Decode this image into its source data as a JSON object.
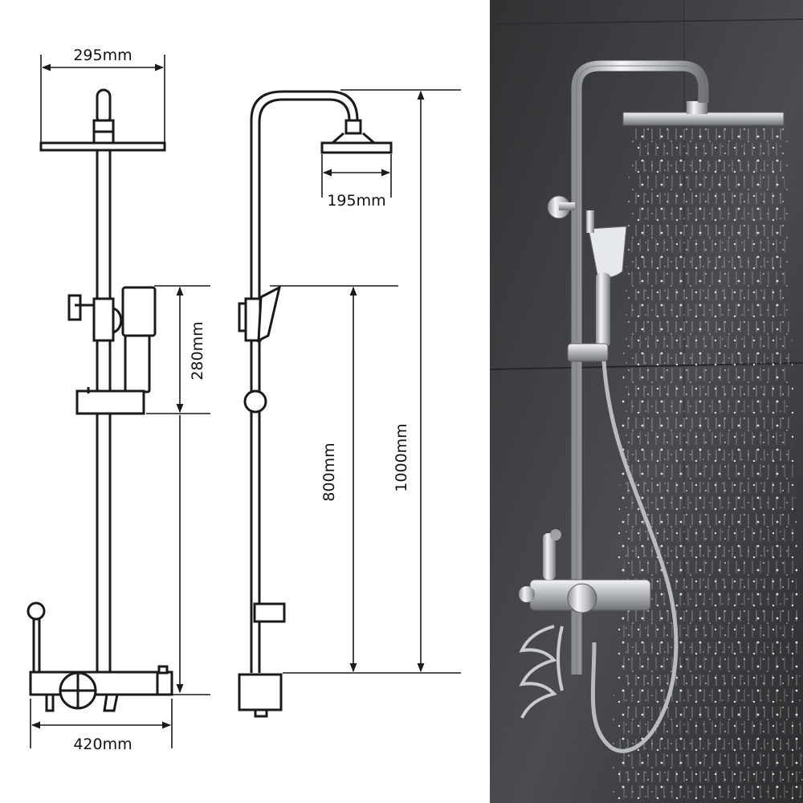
{
  "dimensions": {
    "head_width_front": "295mm",
    "head_width_side": "195mm",
    "slider_height": "280mm",
    "hand_shower_height": "800mm",
    "total_height": "1000mm",
    "mixer_width": "420mm"
  },
  "colors": {
    "wall_dark": "#3c3e40",
    "chrome": "#d9dcdf",
    "water": "#eef2f5"
  }
}
